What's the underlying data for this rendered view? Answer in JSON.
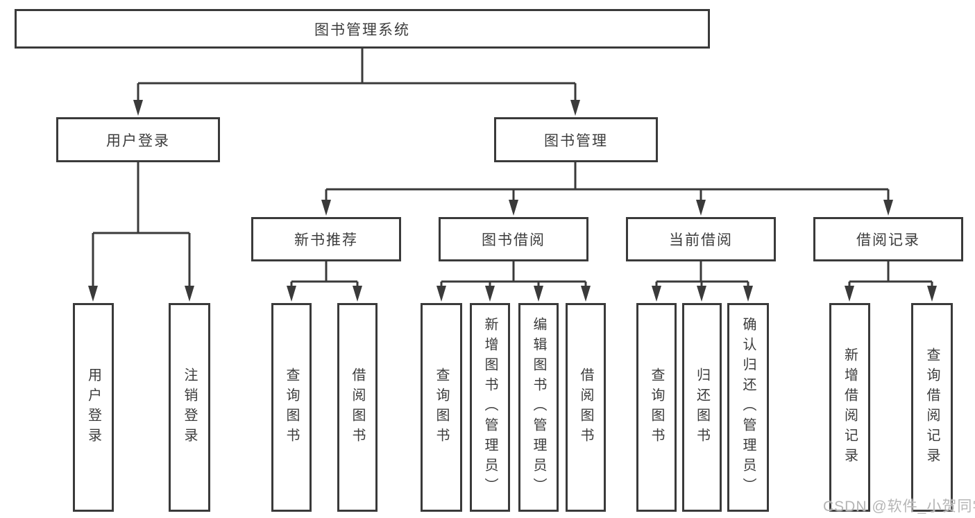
{
  "colors": {
    "line": "#3a3a3a",
    "ink": "#3c3c3c",
    "paper": "#ffffff",
    "watermark": "#b5b5b5"
  },
  "watermark": {
    "text": "CSDN @软件_小贺同学"
  },
  "tree": {
    "label": "图书管理系统",
    "children": [
      {
        "label": "用户登录",
        "children": [
          {
            "label": "用户登录"
          },
          {
            "label": "注销登录"
          }
        ]
      },
      {
        "label": "图书管理",
        "children": [
          {
            "label": "新书推荐",
            "children": [
              {
                "label": "查询图书"
              },
              {
                "label": "借阅图书"
              }
            ]
          },
          {
            "label": "图书借阅",
            "children": [
              {
                "label": "查询图书"
              },
              {
                "label": "新增图书（管理员）"
              },
              {
                "label": "编辑图书（管理员）"
              },
              {
                "label": "借阅图书"
              }
            ]
          },
          {
            "label": "当前借阅",
            "children": [
              {
                "label": "查询图书"
              },
              {
                "label": "归还图书"
              },
              {
                "label": "确认归还（管理员）"
              }
            ]
          },
          {
            "label": "借阅记录",
            "children": [
              {
                "label": "新增借阅记录"
              },
              {
                "label": "查询借阅记录"
              }
            ]
          }
        ]
      }
    ]
  }
}
